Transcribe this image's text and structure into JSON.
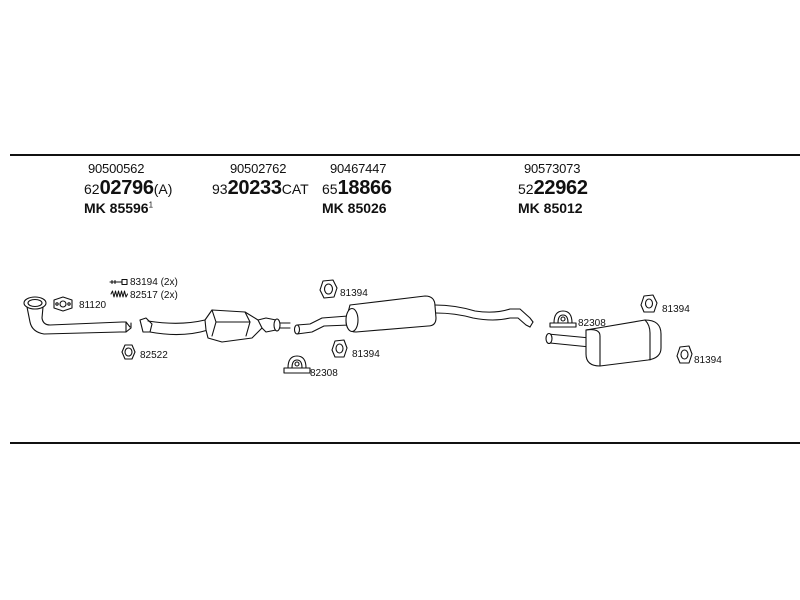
{
  "groups": [
    {
      "oe": "90500562",
      "code_prefix": "62",
      "code_main": "02796",
      "code_suffix": "(A)",
      "mk": "MK 85596",
      "mk_sup": "1"
    },
    {
      "oe": "90502762",
      "code_prefix": "93",
      "code_main": "20233",
      "code_suffix": "CAT",
      "mk": "",
      "mk_sup": ""
    },
    {
      "oe": "90467447",
      "code_prefix": "65",
      "code_main": "18866",
      "code_suffix": "",
      "mk": "MK 85026",
      "mk_sup": ""
    },
    {
      "oe": "90573073",
      "code_prefix": "52",
      "code_main": "22962",
      "code_suffix": "",
      "mk": "MK 85012",
      "mk_sup": ""
    }
  ],
  "parts": {
    "p83194": "83194 (2x)",
    "p82517": "82517 (2x)",
    "p81120": "81120",
    "p82522": "82522",
    "p81394_a": "81394",
    "p81394_b": "81394",
    "p82308_a": "82308",
    "p82308_b": "82308",
    "p81394_c": "81394",
    "p81394_d": "81394"
  }
}
